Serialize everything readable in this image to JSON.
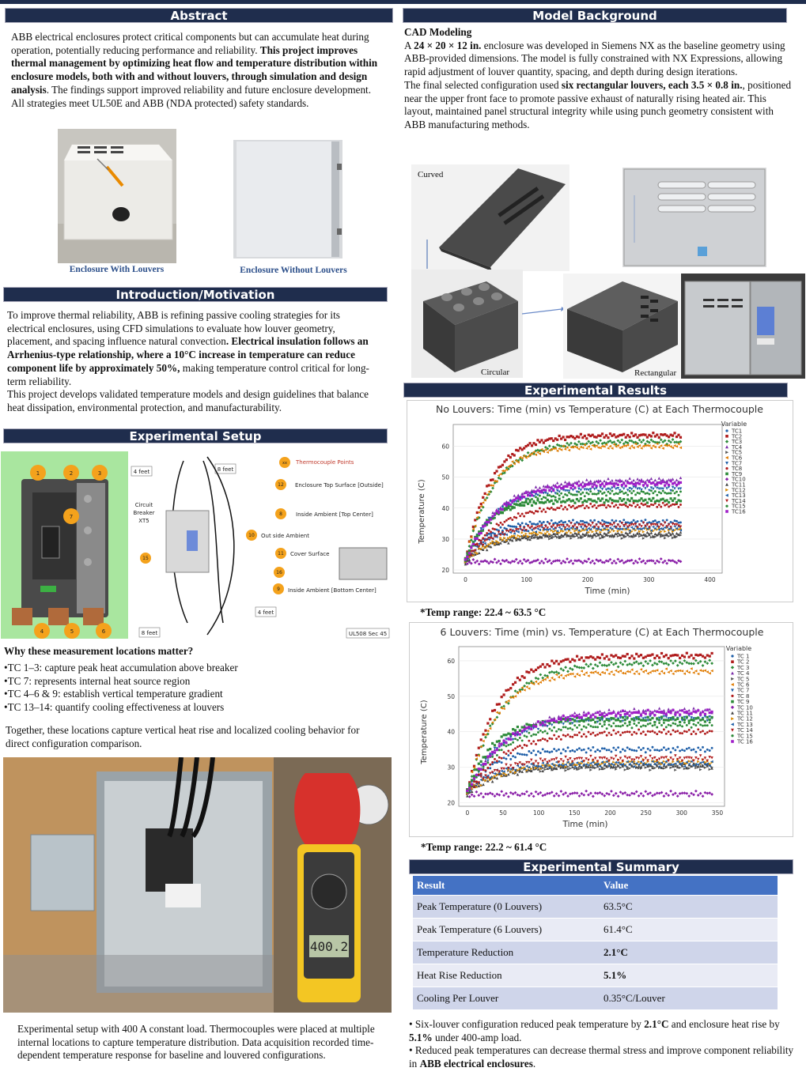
{
  "sections": {
    "abstract": "Abstract",
    "intro": "Introduction/Motivation",
    "setup": "Experimental  Setup",
    "background": "Model Background",
    "results": "Experimental Results",
    "summary": "Experimental Summary"
  },
  "abstract": {
    "t1": "ABB electrical enclosures protect critical components but can accumulate heat during operation, potentially reducing performance and reliability. ",
    "b1": "This project improves thermal management by optimizing heat flow and temperature distribution within enclosure models, both with and without louvers, through simulation and design analysis",
    "t2": ". The findings support improved reliability and future enclosure development. All strategies meet UL50E and ABB (NDA protected) safety standards.",
    "cap_left": "Enclosure With Louvers",
    "cap_right": "Enclosure Without Louvers"
  },
  "intro": {
    "t1": "To improve thermal reliability, ABB is refining passive cooling strategies for its electrical enclosures, using CFD simulations to evaluate how louver geometry, placement, and spacing influence natural convection",
    "t1b": ". Electrical insulation follows an Arrhenius-type relationship, ",
    "b1": "where a 10°C increase in temperature can reduce component life by approximately 50%,",
    "t2": " making temperature control critical for long-term reliability.",
    "t3": "This project develops validated temperature models and design guidelines that balance heat dissipation, environmental protection, and manufacturability."
  },
  "setup": {
    "diagram": {
      "tc_points": "Thermocouple Points",
      "top_surface": "Enclosure Top Surface [Outside]",
      "inside_top": "Inside Ambient [Top Center]",
      "outside": "Out side Ambient",
      "cover": "Cover Surface",
      "inside_bottom": "Inside Ambient [Bottom Center]",
      "breaker": "Circuit Breaker XT5",
      "d4a": "4 feet",
      "d8a": "8 feet",
      "d8b": "8 feet",
      "d4b": "4 feet",
      "ul": "UL508 Sec 45",
      "n1": "1",
      "n2": "2",
      "n3": "3",
      "n4": "4",
      "n5": "5",
      "n6": "6",
      "n7": "7",
      "n8": "8",
      "n9": "9",
      "n10": "10",
      "n11": "11",
      "n12": "12",
      "n15": "15",
      "n16": "16",
      "nx": "xx"
    },
    "why_title": "Why these measurement locations matter?",
    "bullets": [
      "•TC 1–3: capture peak heat accumulation above breaker",
      "•TC 7: represents internal heat source region",
      "•TC 4–6 & 9: establish vertical temperature gradient",
      "•TC 13–14: quantify cooling effectiveness at louvers"
    ],
    "together": "Together, these locations capture vertical heat rise and localized cooling behavior for direct configuration comparison.",
    "meter_reading": "400.2",
    "photo_caption": "Experimental setup with 400 A constant load. Thermocouples were placed at multiple internal locations to capture temperature distribution. Data acquisition recorded time-dependent temperature response for baseline and louvered configurations."
  },
  "background": {
    "cad_title": "CAD Modeling",
    "p1a": "A ",
    "p1b": "24 × 20 × 12 in.",
    "p1c": " enclosure was developed in Siemens NX as the baseline geometry using ABB-provided dimensions. The model is fully constrained with NX Expressions, allowing rapid adjustment of louver quantity, spacing, and depth during design iterations.",
    "p2a": "The final selected configuration used ",
    "p2b": "six rectangular louvers, each 3.5 × 0.8 in.",
    "p2c": ", positioned near the upper front face to promote passive exhaust of naturally rising heated air. This layout, maintained panel structural integrity while using punch geometry consistent with ABB manufacturing methods.",
    "lbl_curved": "Curved",
    "lbl_circular": "Circular",
    "lbl_rect": "Rectangular"
  },
  "results": {
    "range1": "*Temp range: 22.4 ~ 63.5 °C",
    "range2": "*Temp range: 22.2 ~ 61.4 °C"
  },
  "chart_data": [
    {
      "type": "scatter",
      "title": "No Louvers: Time (min) vs Temperature (C) at Each Thermocouple",
      "xlabel": "Time (min)",
      "ylabel": "Temperature (C)",
      "xlim": [
        -20,
        420
      ],
      "ylim": [
        19,
        67
      ],
      "xticks": [
        0,
        100,
        200,
        300,
        400
      ],
      "yticks": [
        20,
        30,
        40,
        50,
        60
      ],
      "legend_title": "Variable",
      "legend_position": "right",
      "series": [
        {
          "name": "TC1",
          "color": "#1f5fa8",
          "start": 23,
          "plateau": 35.5
        },
        {
          "name": "TC2",
          "color": "#b01d1d",
          "start": 23,
          "plateau": 63.5
        },
        {
          "name": "TC3",
          "color": "#2e8b3a",
          "start": 23,
          "plateau": 61.5
        },
        {
          "name": "TC4",
          "color": "#7a2aa8",
          "start": 23,
          "plateau": 49
        },
        {
          "name": "TC5",
          "color": "#555555",
          "start": 22.5,
          "plateau": 31
        },
        {
          "name": "TC6",
          "color": "#e07b00",
          "start": 23,
          "plateau": 60
        },
        {
          "name": "TC7",
          "color": "#1f5fa8",
          "start": 23,
          "plateau": 46.5
        },
        {
          "name": "TC8",
          "color": "#b01d1d",
          "start": 23,
          "plateau": 41
        },
        {
          "name": "TC9",
          "color": "#2e8b3a",
          "start": 23,
          "plateau": 42.5
        },
        {
          "name": "TC10",
          "color": "#8a1fa8",
          "start": 22.5,
          "plateau": 22.8
        },
        {
          "name": "TC11",
          "color": "#444444",
          "start": 22.5,
          "plateau": 31.5
        },
        {
          "name": "TC12",
          "color": "#d98a00",
          "start": 23,
          "plateau": 33
        },
        {
          "name": "TC13",
          "color": "#1f5fa8",
          "start": 23,
          "plateau": 33.5
        },
        {
          "name": "TC14",
          "color": "#b01d1d",
          "start": 23,
          "plateau": 34.5
        },
        {
          "name": "TC15",
          "color": "#2e8b3a",
          "start": 23,
          "plateau": 45
        },
        {
          "name": "TC16",
          "color": "#a01dc8",
          "start": 23,
          "plateau": 48
        }
      ]
    },
    {
      "type": "scatter",
      "title": "6 Louvers: Time (min) vs. Temperature (C) at Each Thermocouple",
      "xlabel": "Time (min)",
      "ylabel": "Temperature (C)",
      "xlim": [
        -12,
        360
      ],
      "ylim": [
        19,
        64
      ],
      "xticks": [
        0,
        50,
        100,
        150,
        200,
        250,
        300,
        350
      ],
      "yticks": [
        20,
        30,
        40,
        50,
        60
      ],
      "legend_title": "Variable",
      "legend_position": "right",
      "series": [
        {
          "name": "TC 1",
          "color": "#1f5fa8",
          "start": 23,
          "plateau": 35
        },
        {
          "name": "TC 2",
          "color": "#b01d1d",
          "start": 23,
          "plateau": 61.4
        },
        {
          "name": "TC 3",
          "color": "#2e8b3a",
          "start": 23,
          "plateau": 59.5
        },
        {
          "name": "TC 4",
          "color": "#7a2aa8",
          "start": 23,
          "plateau": 46
        },
        {
          "name": "TC 5",
          "color": "#555555",
          "start": 22.5,
          "plateau": 30
        },
        {
          "name": "TC 6",
          "color": "#e07b00",
          "start": 23,
          "plateau": 57
        },
        {
          "name": "TC 7",
          "color": "#1f5fa8",
          "start": 23,
          "plateau": 44
        },
        {
          "name": "TC 8",
          "color": "#b01d1d",
          "start": 23,
          "plateau": 40
        },
        {
          "name": "TC 9",
          "color": "#2e8b3a",
          "start": 23,
          "plateau": 43.5
        },
        {
          "name": "TC 10",
          "color": "#8a1fa8",
          "start": 22.2,
          "plateau": 22.5
        },
        {
          "name": "TC 11",
          "color": "#444444",
          "start": 22.5,
          "plateau": 30.5
        },
        {
          "name": "TC 12",
          "color": "#d98a00",
          "start": 23,
          "plateau": 31.5
        },
        {
          "name": "TC 13",
          "color": "#1f5fa8",
          "start": 23,
          "plateau": 31
        },
        {
          "name": "TC 14",
          "color": "#b01d1d",
          "start": 23,
          "plateau": 32.5
        },
        {
          "name": "TC 15",
          "color": "#2e8b3a",
          "start": 23,
          "plateau": 42
        },
        {
          "name": "TC 16",
          "color": "#a01dc8",
          "start": 23,
          "plateau": 45.5
        }
      ]
    }
  ],
  "summary": {
    "headers": [
      "Result",
      "Value"
    ],
    "rows": [
      [
        "Peak Temperature (0 Louvers)",
        "63.5°C"
      ],
      [
        "Peak Temperature (6 Louvers)",
        "61.4°C"
      ],
      [
        "Temperature Reduction",
        "2.1°C"
      ],
      [
        "Heat Rise Reduction",
        "5.1%"
      ],
      [
        "Cooling Per Louver",
        "0.35°C/Louver"
      ]
    ],
    "b1a": "• Six-louver configuration reduced peak temperature by ",
    "b1b": "2.1°C",
    "b1c": " and enclosure heat rise by ",
    "b1d": "5.1%",
    "b1e": " under 400-amp load.",
    "b2a": "•  Reduced peak temperatures can decrease thermal stress and improve component reliability in ",
    "b2b": "ABB electrical enclosures",
    "b2c": "."
  }
}
